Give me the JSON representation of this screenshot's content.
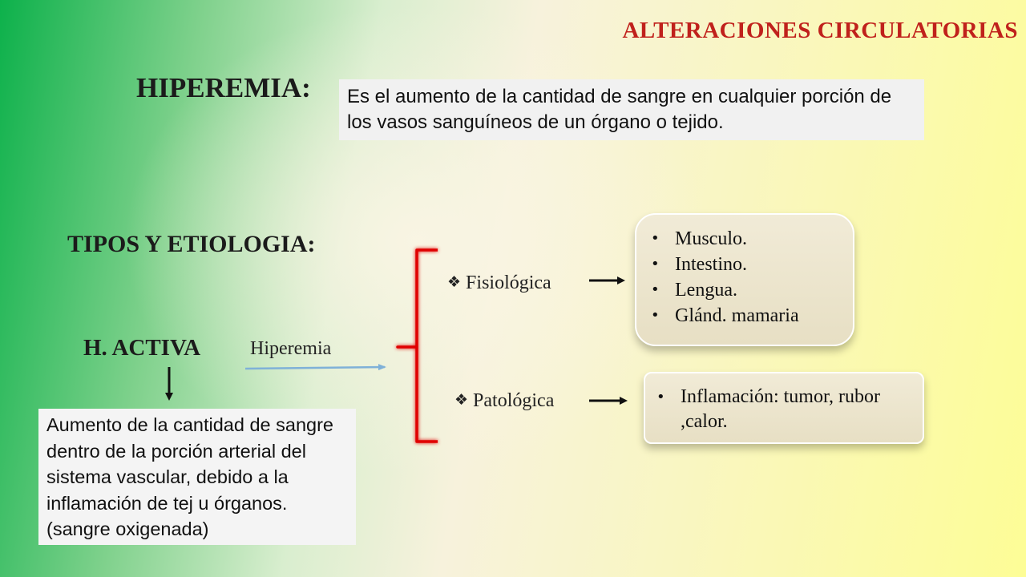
{
  "slide": {
    "title": "ALTERACIONES CIRCULATORIAS",
    "hiperemia_heading": "HIPEREMIA:",
    "hiperemia_definition": "Es el aumento de la cantidad de sangre en cualquier porción de los vasos sanguíneos de un órgano o tejido.",
    "tipos_heading": "TIPOS Y ETIOLOGIA:",
    "activa_heading": "H. ACTIVA",
    "activa_description": "Aumento de la cantidad de sangre dentro de la porción arterial del sistema vascular, debido a la inflamación de tej u órganos. (sangre oxigenada)",
    "hiperemia_label": "Hiperemia",
    "branches": [
      {
        "label": "Fisiológica",
        "items": [
          "Musculo.",
          "Intestino.",
          "Lengua.",
          "Glánd. mamaria"
        ]
      },
      {
        "label": "Patológica",
        "items": [
          "Inflamación: tumor, rubor ,calor."
        ]
      }
    ],
    "colors": {
      "title": "#c0211c",
      "bracket": "#e00000",
      "arrow_blue": "#7fb1d8",
      "card_fill": "#ece5cd"
    }
  }
}
